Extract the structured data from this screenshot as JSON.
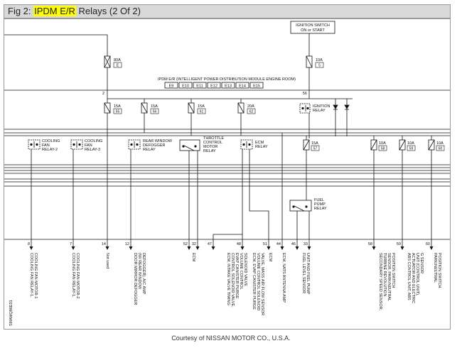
{
  "title": {
    "prefix": "Fig 2: ",
    "highlight": "IPDM E/R",
    "suffix": " Relays (2 Of 2)"
  },
  "diagram": {
    "ignition_switch": "IGNITION SWITCH",
    "ignition_switch_sub": "ON or START",
    "main_fuses": [
      {
        "amp": "80A",
        "id": "E"
      },
      {
        "amp": "10A",
        "id": "5"
      }
    ],
    "module_label": "IPDM E/R (INTELLIGENT POWER DISTRIBUTION MODULE ENGINE ROOM)",
    "connectors": [
      "E9",
      "E10",
      "E11",
      "E12",
      "E13",
      "E14",
      "E15"
    ],
    "terminal_pins": [
      "2",
      "56"
    ],
    "upper_fuses": [
      {
        "amp": "15A",
        "id": "55"
      },
      {
        "amp": "15A",
        "id": "56"
      },
      {
        "amp": "15A",
        "id": "61"
      },
      {
        "amp": "20A",
        "id": "62"
      }
    ],
    "ignition_relay": [
      "IGNITION",
      "RELAY"
    ],
    "relays": [
      {
        "lines": [
          "COOLING",
          "FAN",
          "RELAY-2"
        ]
      },
      {
        "lines": [
          "COOLING",
          "FAN",
          "RELAY-3"
        ]
      },
      {
        "lines": [
          "REAR WINDOW",
          "DEFOGGER",
          "RELAY"
        ]
      },
      {
        "lines": [
          "THROTTLE",
          "CONTROL",
          "MOTOR",
          "RELAY"
        ]
      },
      {
        "lines": [
          "ECM",
          "RELAY"
        ]
      }
    ],
    "right_fuses": [
      {
        "amp": "15A",
        "id": "57"
      },
      {
        "amp": "10A",
        "id": "58"
      },
      {
        "amp": "10A",
        "id": "59"
      },
      {
        "amp": "10A",
        "id": "60"
      }
    ],
    "fuel_pump_relay": [
      "FUEL",
      "PUMP",
      "RELAY"
    ],
    "bottom_pins": [
      "8",
      "7",
      "14",
      "12",
      "52",
      "32",
      "47",
      "48",
      "51",
      "44",
      "46",
      "33",
      "58",
      "59",
      "60"
    ],
    "outputs": [
      [
        "COOLING FAN RELAY-1,",
        "COOLING FAN MOTOR-1"
      ],
      [
        "COOLING FAN RELAY-1,",
        "COOLING FAN MOTOR-2"
      ],
      [
        "Not used"
      ],
      [
        "DOOR MIRROR DEFOGGER",
        "(W/ REAR WINDOW",
        "DEFOGGER), A/C AMP"
      ],
      [
        "ECM"
      ],
      [
        "ECM, INTAKE VALVE TIMING",
        "CONTROL SOLENOID VALVE,",
        "EVAP CANISTER PURGE",
        "VOLUME CONTROL",
        "SOLENOID VALVE"
      ],
      [
        "ECM, EVAP CANISTER PURGE",
        "VOLUME CONTROL SOLENOID",
        "VALVE, MASS AIR FLOW SENSOR"
      ],
      [
        "ECM"
      ],
      [
        "ECM, NATS ANTENNA AMP"
      ],
      [
        "FUEL LEVEL SENSOR",
        "UNIT AND FUEL PUMP"
      ],
      [
        "SECONDARY SPEED SENSOR,",
        "TURBINE REVOLUTION",
        "SENSOR, PARK/NEUTRAL",
        "POSITION SWITCH"
      ],
      [
        "ABS CONTROL UNIT, ABS",
        "ACTUATOR AND ELECTRIC",
        "UNIT (CONTROL UNIT),",
        "G SENSOR"
      ],
      [
        "PARK/NEUTRAL",
        "POSITION SWITCH"
      ]
    ],
    "side_code": "S9IAMQ86E01"
  },
  "credit": "Courtesy of NISSAN MOTOR CO., U.S.A."
}
